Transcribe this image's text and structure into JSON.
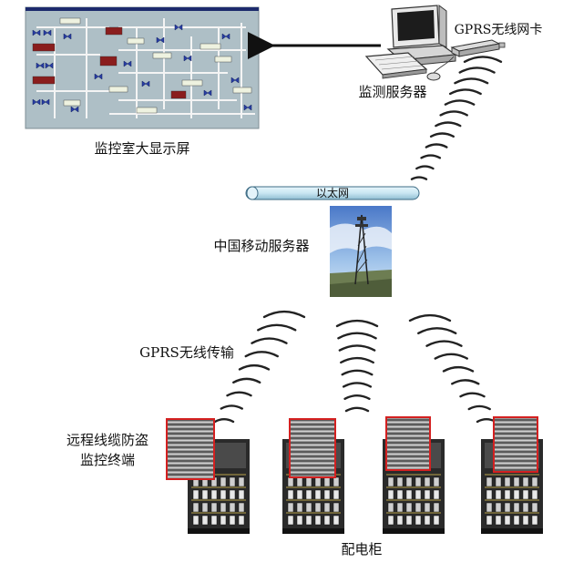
{
  "labels": {
    "control_room_screen": "监控室大显示屏",
    "monitoring_server": "监测服务器",
    "gprs_card": "GPRS无线网卡",
    "ethernet": "以太网",
    "china_mobile_server": "中国移动服务器",
    "gprs_transmission": "GPRS无线传输",
    "terminal_line1": "远程线缆防盗",
    "terminal_line2": "监控终端",
    "cabinet": "配电柜"
  },
  "colors": {
    "screen_bg": "#aebfc6",
    "pipe_fill": "#c9e6f2",
    "terminal_border": "#d42020",
    "arrow": "#111111"
  },
  "icons": {
    "monitoring_server": "desktop-computer-icon",
    "gprs_card": "usb-modem-icon",
    "china_mobile_server": "cell-tower-icon",
    "cabinet": "distribution-cabinet-icon"
  }
}
